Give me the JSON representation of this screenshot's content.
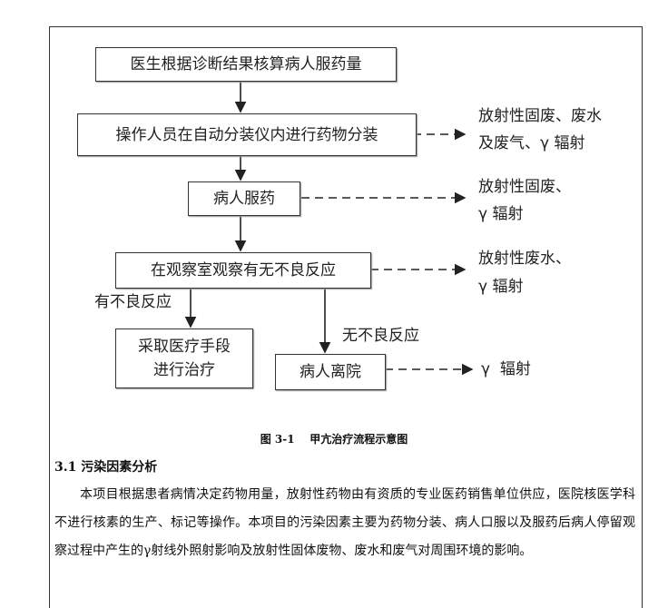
{
  "flowchart": {
    "step1": "医生根据诊断结果核算病人服药量",
    "step2": "操作人员在自动分装仪内进行药物分装",
    "step3": "病人服药",
    "step4": "在观察室观察有无不良反应",
    "step5": "采取医疗手段进行治疗",
    "step6": "病人离院",
    "branch_yes": "有不良反应",
    "branch_no": "无不良反应",
    "out2_line1": "放射性固废、废水",
    "out2_line2": "及废气、γ 辐射",
    "out3_line1": "放射性固废、",
    "out3_line2": "γ 辐射",
    "out4_line1": "放射性废水、",
    "out4_line2": "γ 辐射",
    "out6": "γ  辐射"
  },
  "caption": "图 3-1    甲亢治疗流程示意图",
  "section_heading": "3.1 污染因素分析",
  "paragraph": "本项目根据患者病情决定药物用量，放射性药物由有资质的专业医药销售单位供应，医院核医学科不进行核素的生产、标记等操作。本项目的污染因素主要为药物分装、病人口服以及服药后病人停留观察过程中产生的γ射线外照射影响及放射性固体废物、废水和废气对周围环境的影响。"
}
